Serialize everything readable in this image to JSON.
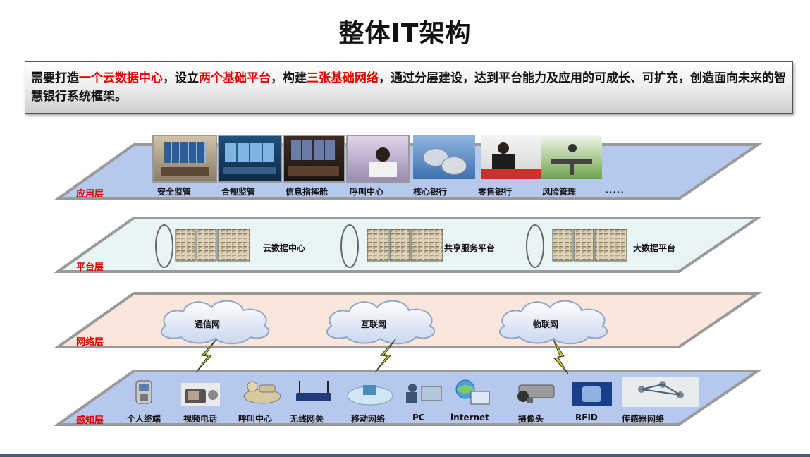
{
  "title": "整体IT架构",
  "summary": {
    "part1": "需要打造",
    "hl1": "一个云数据中心",
    "part2": "，设立",
    "hl2": "两个基础平台",
    "part3": "，构建",
    "hl3": "三张基础网络",
    "part4": "，通过分层建设，达到平台能力及应用的可成长、可扩充，创造面向未来的智慧银行系统框架。"
  },
  "colors": {
    "app_layer": "#b7c8ee",
    "platform_layer": "#e9f4f4",
    "network_layer": "#fbe6dc",
    "sense_layer": "#b7c8ee",
    "highlight": "#e00000",
    "layer_border": "#9a9a9a"
  },
  "layers": {
    "app": {
      "name": "应用层",
      "items": [
        "安全监管",
        "合规监管",
        "信息指挥舱",
        "呼叫中心",
        "核心银行",
        "零售银行",
        "风险管理"
      ],
      "more": "．．．．．"
    },
    "platform": {
      "name": "平台层",
      "items": [
        "云数据中心",
        "共享服务平台",
        "大数据平台"
      ]
    },
    "network": {
      "name": "网络层",
      "items": [
        "通信网",
        "互联网",
        "物联网"
      ]
    },
    "sense": {
      "name": "感知层",
      "items": [
        "个人终端",
        "视频电话",
        "呼叫中心",
        "无线网关",
        "移动网络",
        "PC",
        "internet",
        "摄像头",
        "RFID",
        "传感器网络"
      ]
    }
  },
  "icons": [
    "monitor-wall-icon",
    "control-room-icon",
    "command-center-icon",
    "call-center-icon",
    "coins-icon",
    "bank-teller-icon",
    "risk-scale-icon",
    "server-rack-icon",
    "cloud-icon",
    "lightning-icon",
    "phone-icon",
    "video-phone-icon",
    "headset-icon",
    "router-icon",
    "mobile-network-icon",
    "pc-user-icon",
    "globe-icon",
    "camera-icon",
    "rfid-icon",
    "sensor-network-icon"
  ]
}
